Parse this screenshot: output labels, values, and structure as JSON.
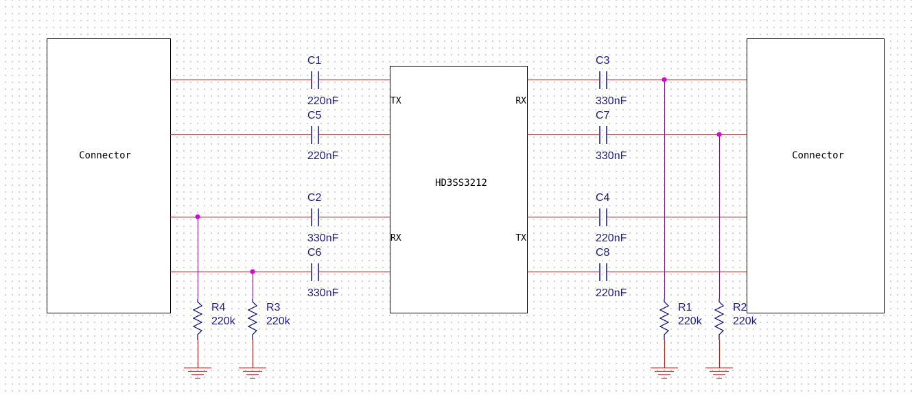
{
  "left_connector": {
    "label": "Connector"
  },
  "right_connector": {
    "label": "Connector"
  },
  "chip": {
    "label": "HD3SS3212",
    "pin_left_top": "TX",
    "pin_right_top": "RX",
    "pin_left_bottom": "RX",
    "pin_right_bottom": "TX"
  },
  "capacitors": {
    "c1": {
      "ref": "C1",
      "value": "220nF"
    },
    "c5": {
      "ref": "C5",
      "value": "220nF"
    },
    "c2": {
      "ref": "C2",
      "value": "330nF"
    },
    "c6": {
      "ref": "C6",
      "value": "330nF"
    },
    "c3": {
      "ref": "C3",
      "value": "330nF"
    },
    "c7": {
      "ref": "C7",
      "value": "330nF"
    },
    "c4": {
      "ref": "C4",
      "value": "220nF"
    },
    "c8": {
      "ref": "C8",
      "value": "220nF"
    }
  },
  "resistors": {
    "r1": {
      "ref": "R1",
      "value": "220k"
    },
    "r2": {
      "ref": "R2",
      "value": "220k"
    },
    "r3": {
      "ref": "R3",
      "value": "220k"
    },
    "r4": {
      "ref": "R4",
      "value": "220k"
    }
  },
  "colors": {
    "wire": "#8a2a2a",
    "pulldown_wire": "#7a1a7a",
    "component": "#000080",
    "junction": "#e000e0",
    "grid_dot": "#c4c4c4"
  }
}
